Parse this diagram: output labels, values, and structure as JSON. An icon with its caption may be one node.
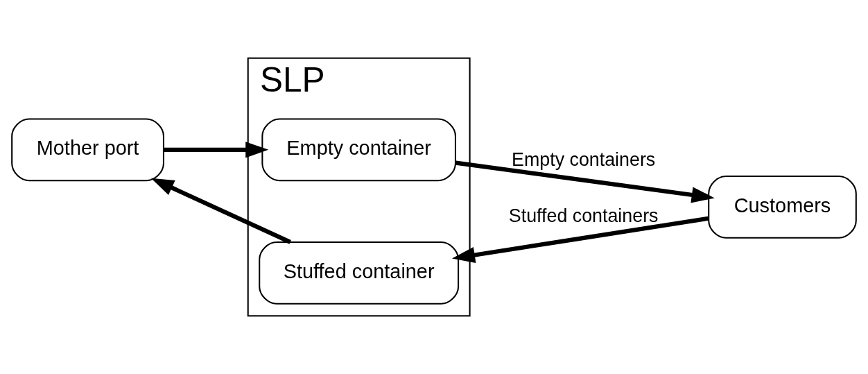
{
  "diagram": {
    "nodes": [
      {
        "text": [
          "Mother port"
        ]
      },
      {
        "text": [
          "SLP"
        ]
      },
      {
        "text": [
          "Empty container"
        ],
        "in": 1
      },
      {
        "text": [
          "Customers"
        ]
      },
      {
        "text": [
          "Stuffed container"
        ],
        "in": 1
      }
    ],
    "edges": [
      {
        "from": 0,
        "to": 2,
        "arrow": "to"
      },
      {
        "from": 2,
        "to": 3,
        "arrow": "to",
        "label": "Empty containers"
      },
      {
        "from": 3,
        "to": 4,
        "arrow": "to",
        "label": "Stuffed containers"
      },
      {
        "from": 4,
        "to": 0,
        "arrow": "to"
      }
    ]
  }
}
